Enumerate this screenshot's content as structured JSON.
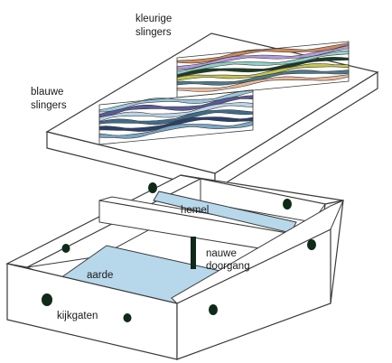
{
  "labels": {
    "colorful_streamers_line1": "kleurige",
    "colorful_streamers_line2": "slingers",
    "blue_streamers_line1": "blauwe",
    "blue_streamers_line2": "slingers",
    "sky": "hemel",
    "narrow_passage_line1": "nauwe",
    "narrow_passage_line2": "doorgang",
    "earth": "aarde",
    "peepholes": "kijkgaten"
  },
  "colors": {
    "outline": "#3a3a3a",
    "panel_fill": "#ffffff",
    "sky_earth_fill": "#b7d8ea",
    "hole_fill": "#0f2a18",
    "passage_fill": "#0f2a18",
    "colorful_streamers": [
      "#d28a5a",
      "#b59adc",
      "#8fd0c8",
      "#1b3b24",
      "#c6c64a",
      "#4c7a8a",
      "#e9b899"
    ],
    "blue_streamers": [
      "#9bc6dc",
      "#5a5a9a",
      "#bcd4e6",
      "#3e6c8c",
      "#2b3f6b",
      "#7aa7c4"
    ]
  }
}
